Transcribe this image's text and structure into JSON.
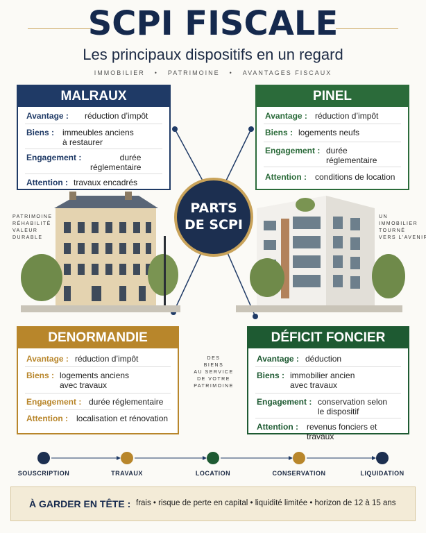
{
  "header": {
    "title": "SCPI FISCALE",
    "subtitle": "Les principaux dispositifs en un regard",
    "tags": [
      "IMMOBILIER",
      "•",
      "PATRIMOINE",
      "•",
      "AVANTAGES FISCAUX"
    ]
  },
  "center": {
    "line1": "PARTS",
    "line2": "DE SCPI"
  },
  "colors": {
    "navy": "#1f3a66",
    "green": "#2b6b3a",
    "gold": "#b8862b",
    "dark_green": "#1e5a32"
  },
  "cards": {
    "malraux": {
      "title": "MALRAUX",
      "rows": [
        {
          "k": "Avantage :",
          "v": "réduction d’impôt"
        },
        {
          "k": "Biens :",
          "v": "immeubles anciens\nà restaurer"
        },
        {
          "k": "Engagement :",
          "v": "durée\nréglementaire"
        },
        {
          "k": "Attention :",
          "v": "travaux encadrés"
        }
      ]
    },
    "pinel": {
      "title": "PINEL",
      "rows": [
        {
          "k": "Avantage :",
          "v": "réduction d’impôt"
        },
        {
          "k": "Biens :",
          "v": "logements neufs"
        },
        {
          "k": "Engagement :",
          "v": "durée\nréglementaire"
        },
        {
          "k": "Attention :",
          "v": "conditions de location"
        }
      ]
    },
    "denormandie": {
      "title": "DENORMANDIE",
      "rows": [
        {
          "k": "Avantage :",
          "v": "réduction d’impôt"
        },
        {
          "k": "Biens :",
          "v": "logements anciens\navec travaux"
        },
        {
          "k": "Engagement :",
          "v": "durée réglementaire"
        },
        {
          "k": "Attention :",
          "v": "localisation et rénovation"
        }
      ]
    },
    "deficit": {
      "title": "DÉFICIT FONCIER",
      "rows": [
        {
          "k": "Avantage :",
          "v": "déduction"
        },
        {
          "k": "Biens :",
          "v": "immobilier ancien\navec travaux"
        },
        {
          "k": "Engagement :",
          "v": "conservation selon\nle dispositif"
        },
        {
          "k": "Attention :",
          "v": "revenus fonciers et travaux"
        }
      ]
    }
  },
  "side_notes": {
    "left": "PATRIMOINE\nRÉHABILITÉ\nVALEUR\nDURABLE",
    "right": "UN\nIMMOBILIER\nTOURNÉ\nVERS L’AVENIR",
    "middle": "DES\nBIENS\nAU SERVICE\nDE VOTRE\nPATRIMOINE"
  },
  "timeline": [
    "SOUSCRIPTION",
    "TRAVAUX",
    "LOCATION",
    "CONSERVATION",
    "LIQUIDATION"
  ],
  "bottom": {
    "label": "À GARDER EN TÊTE :",
    "text": "frais • risque de perte en capital • liquidité limitée • horizon de 12 à 15 ans"
  }
}
